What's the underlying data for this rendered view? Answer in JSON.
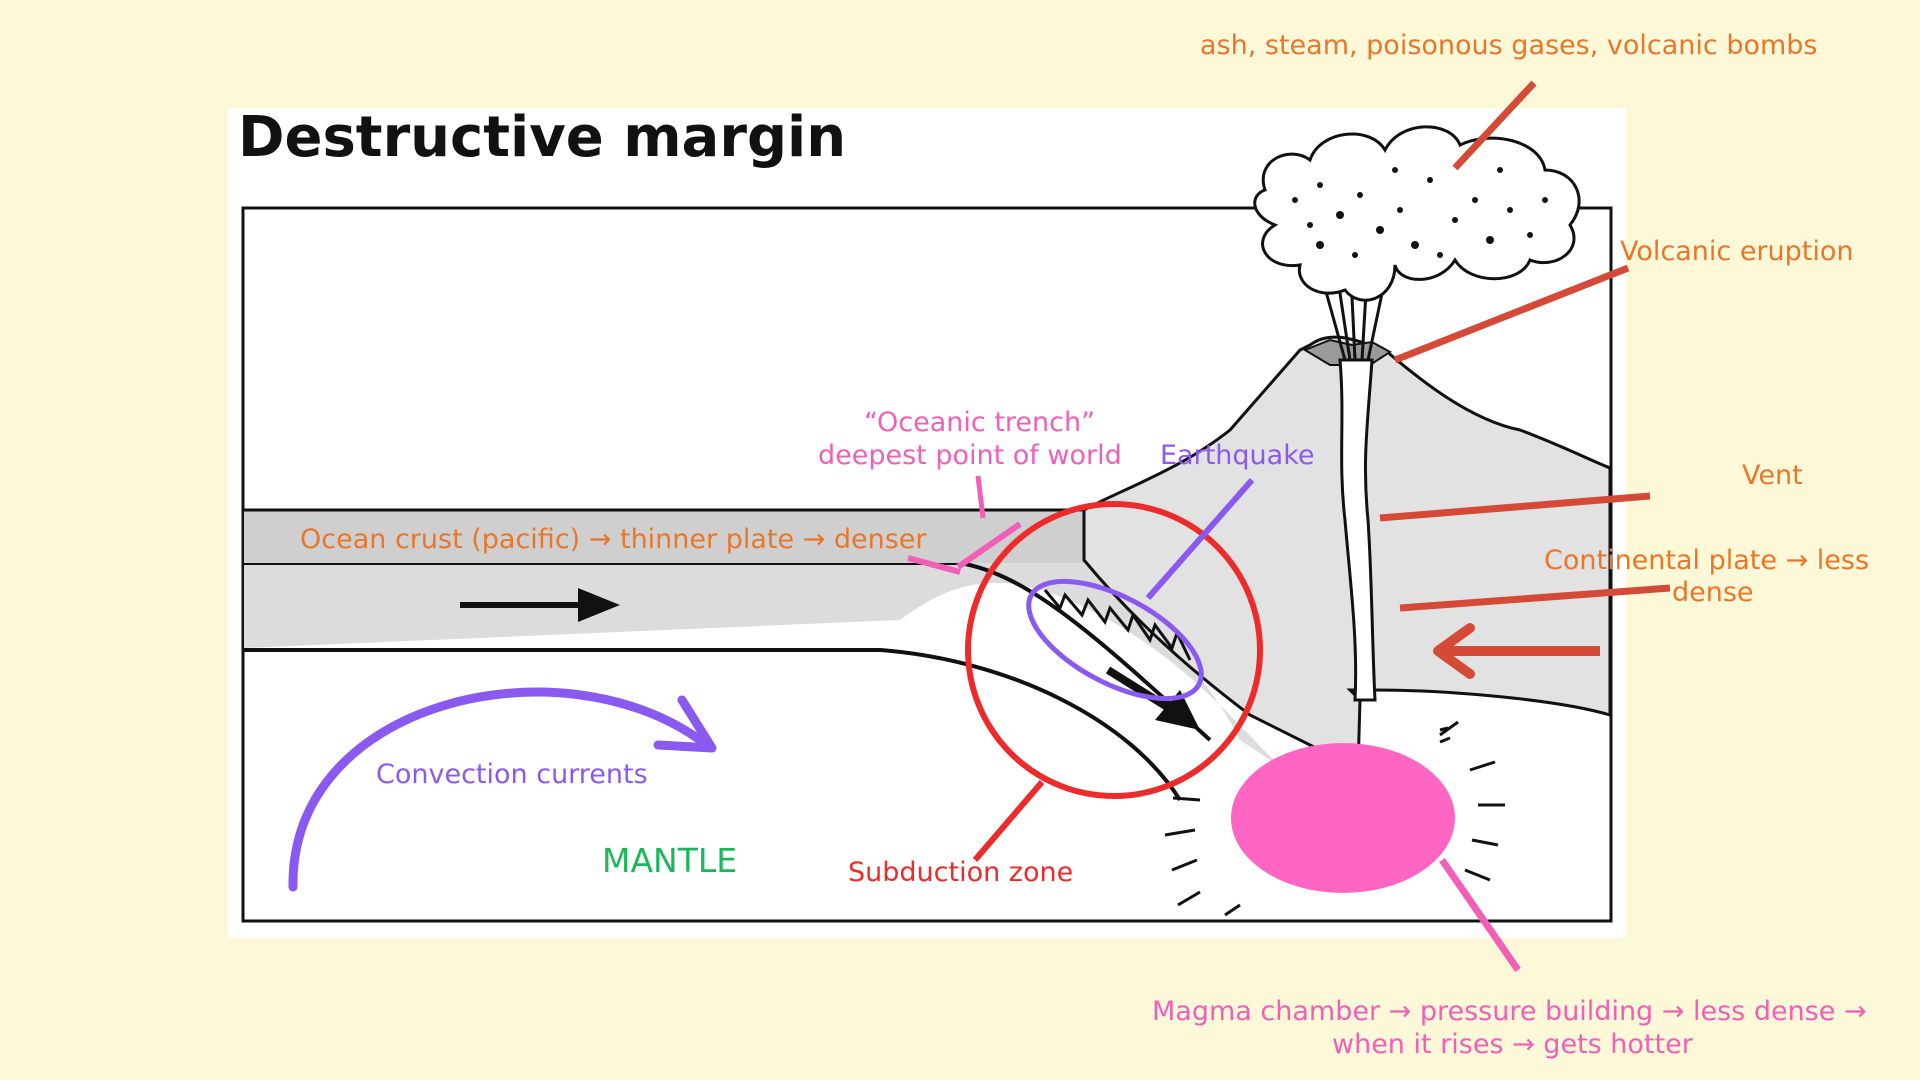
{
  "diagram": {
    "title": "Destructive margin",
    "labels": {
      "ash": "ash, steam, poisonous gases, volcanic bombs",
      "eruption": "Volcanic eruption",
      "vent": "Vent",
      "continental_line1": "Continental plate → less",
      "continental_line2": "dense",
      "trench_line1": "“Oceanic trench”",
      "trench_line2": "deepest point of world",
      "earthquake": "Earthquake",
      "ocean_crust": "Ocean crust (pacific) → thinner plate → denser",
      "convection": "Convection currents",
      "mantle": "MANTLE",
      "subduction": "Subduction zone",
      "magma_line1": "Magma chamber → pressure building → less dense →",
      "magma_line2": "when it rises → gets hotter"
    },
    "colors": {
      "background": "#fdf8d8",
      "orange_label": "#e8772a",
      "leader_red": "#d44a36",
      "pink": "#f25fb6",
      "purple": "#8a5af0",
      "red": "#ee2b2b",
      "green": "#1ab85a",
      "magma": "#ff66c4",
      "plate_grey": "#dcdcdc"
    }
  }
}
